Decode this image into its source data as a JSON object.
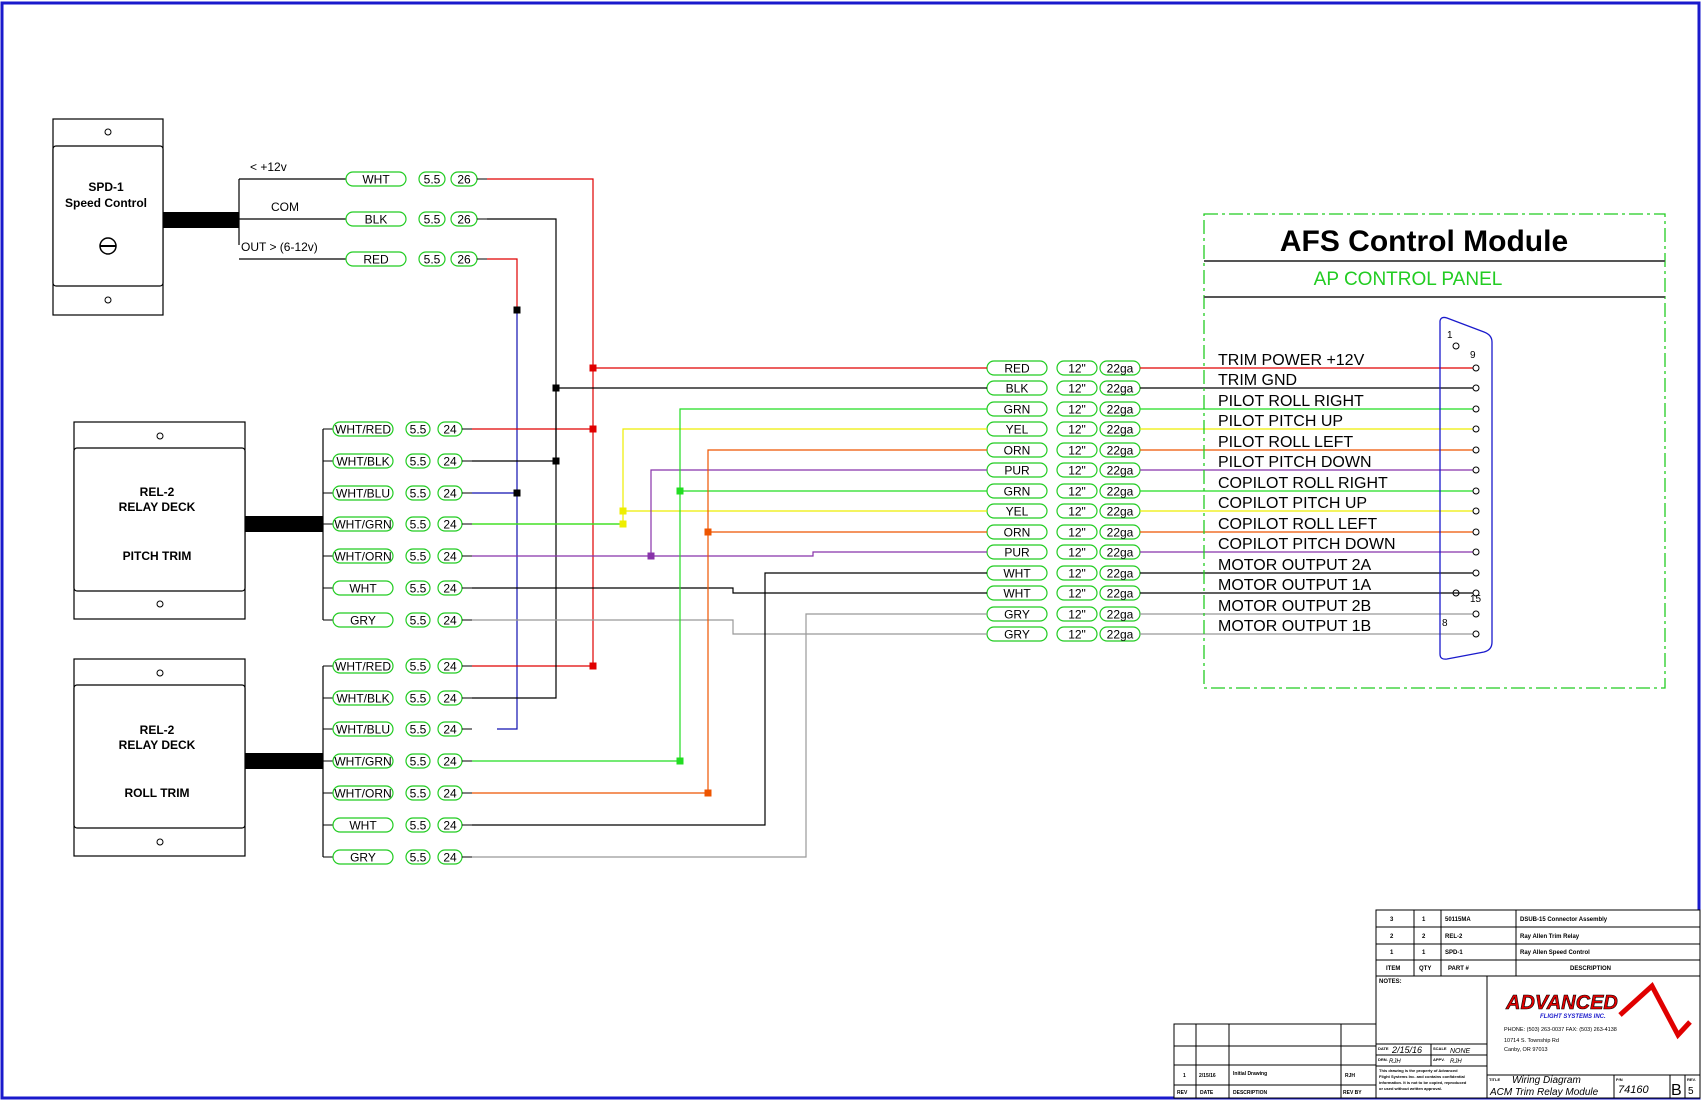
{
  "spd": {
    "name": "SPD-1",
    "desc": "Speed Control",
    "terminals": [
      {
        "label": "<  +12v",
        "color": "WHT",
        "wire_color": "#e00000",
        "len": "5.5",
        "ga": "26"
      },
      {
        "label": "COM",
        "color": "BLK",
        "wire_color": "#000000",
        "len": "5.5",
        "ga": "26"
      },
      {
        "label": "OUT > (6-12v)",
        "color": "RED",
        "wire_color": "#1010b0",
        "len": "5.5",
        "ga": "26"
      }
    ]
  },
  "relays": [
    {
      "name": "REL-2",
      "line2": "RELAY DECK",
      "func": "PITCH TRIM"
    },
    {
      "name": "REL-2",
      "line2": "RELAY DECK",
      "func": "ROLL TRIM"
    }
  ],
  "relay_wires": [
    {
      "color": "WHT/RED",
      "len": "5.5",
      "ga": "24"
    },
    {
      "color": "WHT/BLK",
      "len": "5.5",
      "ga": "24"
    },
    {
      "color": "WHT/BLU",
      "len": "5.5",
      "ga": "24"
    },
    {
      "color": "WHT/GRN",
      "len": "5.5",
      "ga": "24"
    },
    {
      "color": "WHT/ORN",
      "len": "5.5",
      "ga": "24"
    },
    {
      "color": "WHT",
      "len": "5.5",
      "ga": "24"
    },
    {
      "color": "GRY",
      "len": "5.5",
      "ga": "24"
    }
  ],
  "module": {
    "title": "AFS Control Module",
    "subtitle": "AP CONTROL PANEL",
    "pin_1": "1",
    "pin_9": "9",
    "pin_15": "15",
    "pin_8": "8",
    "signals": [
      {
        "color": "RED",
        "len": "12\"",
        "ga": "22ga",
        "name": "TRIM POWER +12V",
        "wire_color": "#e00000"
      },
      {
        "color": "BLK",
        "len": "12\"",
        "ga": "22ga",
        "name": "TRIM GND",
        "wire_color": "#000000"
      },
      {
        "color": "GRN",
        "len": "12\"",
        "ga": "22ga",
        "name": "PILOT ROLL RIGHT",
        "wire_color": "#22dd22"
      },
      {
        "color": "YEL",
        "len": "12\"",
        "ga": "22ga",
        "name": "PILOT PITCH UP",
        "wire_color": "#eeee00"
      },
      {
        "color": "ORN",
        "len": "12\"",
        "ga": "22ga",
        "name": "PILOT ROLL LEFT",
        "wire_color": "#ee5500"
      },
      {
        "color": "PUR",
        "len": "12\"",
        "ga": "22ga",
        "name": "PILOT PITCH DOWN",
        "wire_color": "#8833aa"
      },
      {
        "color": "GRN",
        "len": "12\"",
        "ga": "22ga",
        "name": "COPILOT ROLL RIGHT",
        "wire_color": "#22dd22"
      },
      {
        "color": "YEL",
        "len": "12\"",
        "ga": "22ga",
        "name": "COPILOT PITCH UP",
        "wire_color": "#eeee00"
      },
      {
        "color": "ORN",
        "len": "12\"",
        "ga": "22ga",
        "name": "COPILOT ROLL LEFT",
        "wire_color": "#ee5500"
      },
      {
        "color": "PUR",
        "len": "12\"",
        "ga": "22ga",
        "name": "COPILOT PITCH DOWN",
        "wire_color": "#8833aa"
      },
      {
        "color": "WHT",
        "len": "12\"",
        "ga": "22ga",
        "name": "MOTOR OUTPUT 2A",
        "wire_color": "#000000"
      },
      {
        "color": "WHT",
        "len": "12\"",
        "ga": "22ga",
        "name": "MOTOR OUTPUT 1A",
        "wire_color": "#000000"
      },
      {
        "color": "GRY",
        "len": "12\"",
        "ga": "22ga",
        "name": "MOTOR OUTPUT 2B",
        "wire_color": "#999999"
      },
      {
        "color": "GRY",
        "len": "12\"",
        "ga": "22ga",
        "name": "MOTOR OUTPUT 1B",
        "wire_color": "#999999"
      }
    ]
  },
  "bom": {
    "rows": [
      {
        "item": "3",
        "qty": "1",
        "part": "50115MA",
        "desc": "DSUB-15 Connector Assembly"
      },
      {
        "item": "2",
        "qty": "2",
        "part": "REL-2",
        "desc": "Ray Allen Trim Relay"
      },
      {
        "item": "1",
        "qty": "1",
        "part": "SPD-1",
        "desc": "Ray Allen Speed Control"
      }
    ],
    "hdr_item": "ITEM",
    "hdr_qty": "QTY",
    "hdr_part": "PART #",
    "hdr_desc": "DESCRIPTION"
  },
  "titleblock": {
    "notes": "NOTES:",
    "company": "ADVANCED",
    "company_sub": "FLIGHT SYSTEMS INC.",
    "phone": "PHONE: (503) 263-0037  FAX: (503) 263-4138",
    "addr1": "10714 S. Township Rd",
    "addr2": "Canby, OR 97013",
    "date_lbl": "DATE",
    "date": "2/15/16",
    "scale_lbl": "SCALE",
    "scale": "NONE",
    "drn_lbl": "DRN.",
    "drn": "RJH",
    "appv_lbl": "APPV.",
    "appv": "RJH",
    "prop1": "This drawing is the property of Advanced",
    "prop2": "Flight Systems Inc. and contains confidential",
    "prop3": "information. It is not to be copied, reproduced",
    "prop4": "or used without written approval.",
    "title_lbl": "TITLE",
    "title1": "Wiring Diagram",
    "title2": "ACM Trim Relay Module",
    "pn_lbl": "P/N",
    "pn": "74160",
    "size": "B",
    "rev_lbl": "REV.",
    "rev": "5"
  },
  "revblock": {
    "rev": "1",
    "date": "2/15/16",
    "desc": "Initial Drawing",
    "by": "RJH",
    "h_rev": "REV",
    "h_date": "DATE",
    "h_desc": "DESCRIPTION",
    "h_by": "REV BY"
  },
  "colors": {
    "border": "#1a1acc",
    "module_border": "#22cc22",
    "wire_red": "#e00000",
    "wire_blue": "#1010b0",
    "wire_green": "#22dd22",
    "wire_yellow": "#eeee00",
    "wire_orange": "#ee5500",
    "wire_purple": "#8833aa",
    "wire_gray": "#999999"
  }
}
